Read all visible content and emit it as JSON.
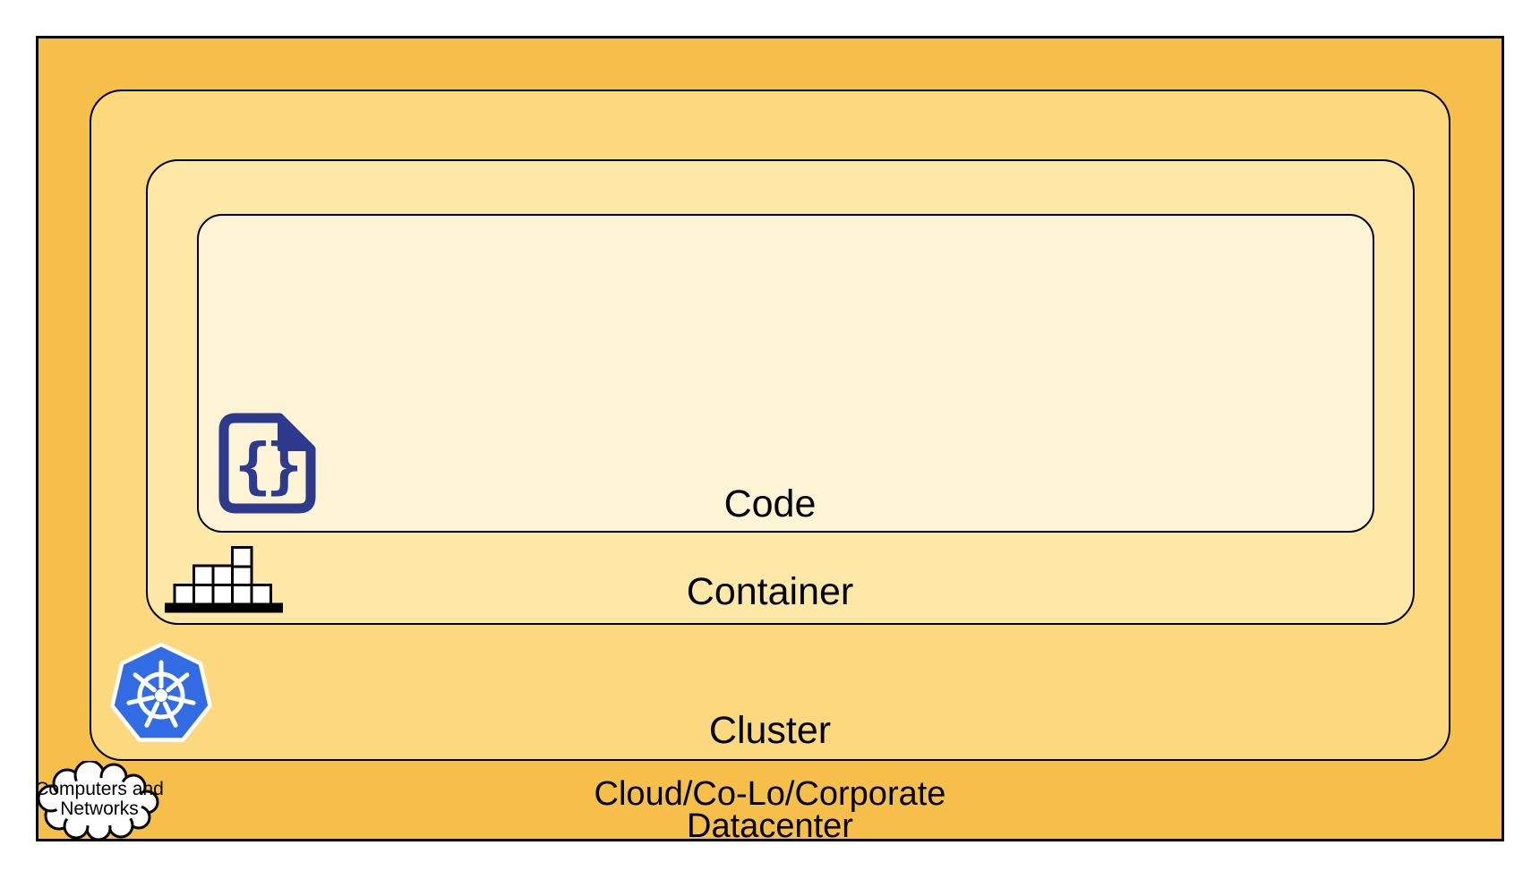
{
  "diagram": {
    "title_semantic": "nested-kubernetes-deployment-layers",
    "layers": {
      "code": {
        "label": "Code"
      },
      "container": {
        "label": "Container"
      },
      "cluster": {
        "label": "Cluster"
      },
      "datacenter": {
        "label_line1": "Cloud/Co-Lo/Corporate",
        "label_line2": "Datacenter"
      }
    },
    "cloud_callout": {
      "line1": "Computers and",
      "line2": "Networks"
    },
    "icons": {
      "code_file": {
        "name": "code-file-icon",
        "glyph": "{}",
        "color": "#2E3A8C"
      },
      "container_crates": {
        "name": "container-crates-icon",
        "cube_fill": "#FFFFFF",
        "outline": "#000000"
      },
      "kubernetes": {
        "name": "kubernetes-helm-icon",
        "color": "#326CE5",
        "wheel_color": "#FFFFFF"
      },
      "cloud": {
        "name": "computers-networks-cloud-icon",
        "fill": "#FFFFFF",
        "outline": "#000000"
      }
    },
    "colors": {
      "datacenter_fill": "#F6BF4A",
      "cluster_fill": "#FCD97E",
      "container_fill": "#FDE8A8",
      "code_fill": "#FDF3D5",
      "border": "#000000",
      "label_text": "#000000"
    }
  }
}
